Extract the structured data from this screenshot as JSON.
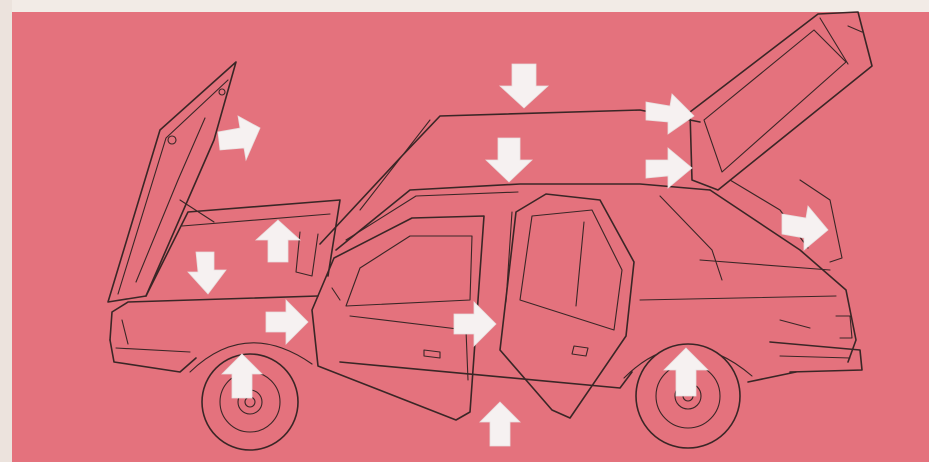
{
  "illustration": {
    "subject": "hatchback-car-side-view",
    "colors": {
      "panel": "#e4727d",
      "outline": "#3a2626",
      "arrow": "#f6f1f1",
      "paper": "#efe6e0"
    },
    "open_parts": [
      "bonnet",
      "front-door",
      "rear-door",
      "tailgate"
    ],
    "arrow_icon": "white-arrow-icon"
  }
}
